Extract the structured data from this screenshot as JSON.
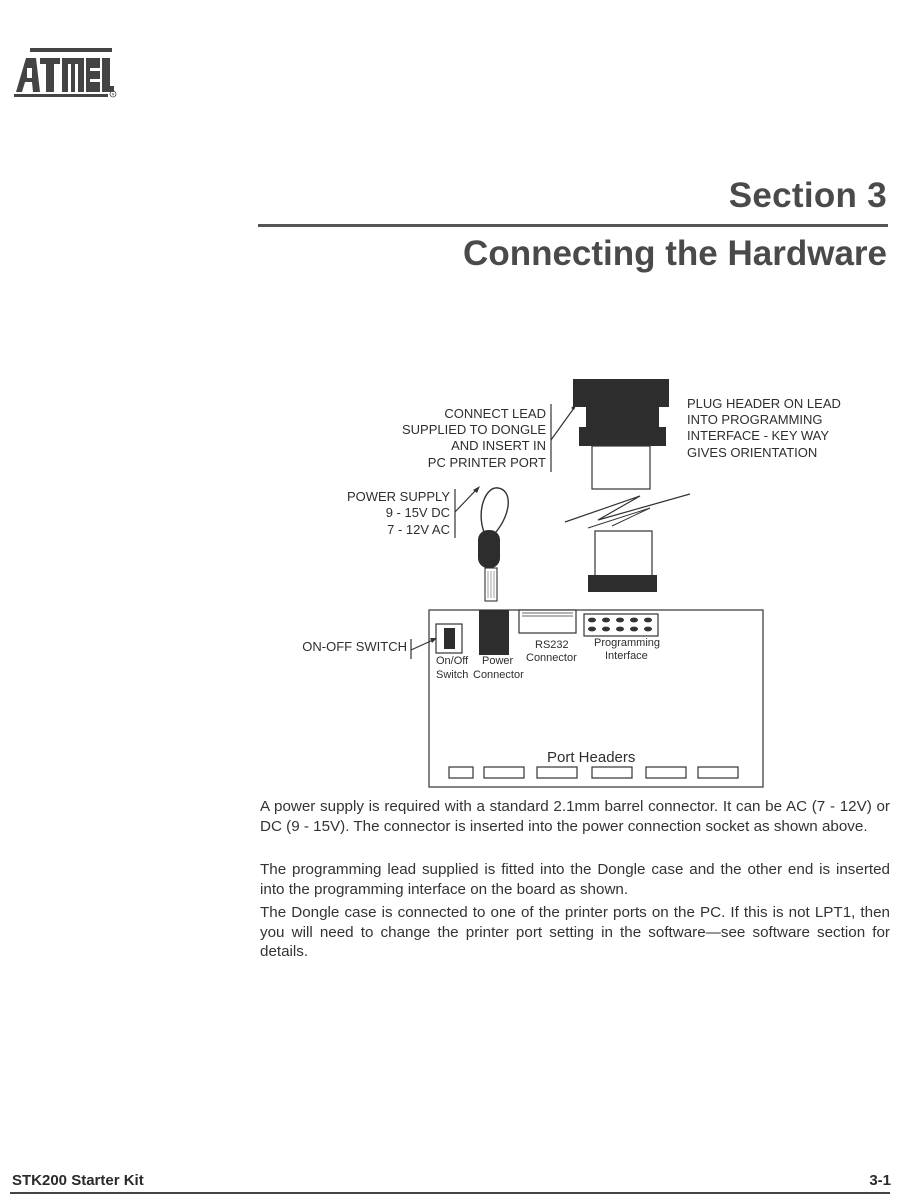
{
  "header": {
    "logo_text": "ATMEL",
    "section_label": "Section 3",
    "chapter_title": "Connecting the Hardware"
  },
  "diagram": {
    "callout_connect_lead": [
      "CONNECT LEAD",
      "SUPPLIED TO DONGLE",
      "AND INSERT IN",
      "PC PRINTER PORT"
    ],
    "callout_plug_header": [
      "PLUG HEADER ON LEAD",
      "INTO PROGRAMMING",
      "INTERFACE - KEY WAY",
      "GIVES ORIENTATION"
    ],
    "callout_power_supply": [
      "POWER SUPPLY",
      "9 - 15V DC",
      "7 - 12V AC"
    ],
    "callout_on_off": "ON-OFF SWITCH",
    "board_labels": {
      "onoff": [
        "On/Off",
        "Switch"
      ],
      "power": [
        "Power",
        "Connector"
      ],
      "rs232": [
        "RS232",
        "Connector"
      ],
      "programming": [
        "Programming",
        "Interface"
      ],
      "port_headers": "Port Headers"
    }
  },
  "body": {
    "para_1": "A power supply is required with a standard 2.1mm barrel connector. It can be AC (7 - 12V) or DC (9 - 15V). The connector is inserted into the power connection socket as shown above.",
    "para_2": "The programming lead supplied is fitted into the Dongle case and the other end is inserted into the programming interface on the board as shown.",
    "para_3": "The Dongle case is connected to one of the printer ports on the PC. If this is not LPT1, then you will need to change the printer port setting in the software—see software section for details."
  },
  "footer": {
    "left": "STK200 Starter Kit",
    "right": "3-1"
  }
}
